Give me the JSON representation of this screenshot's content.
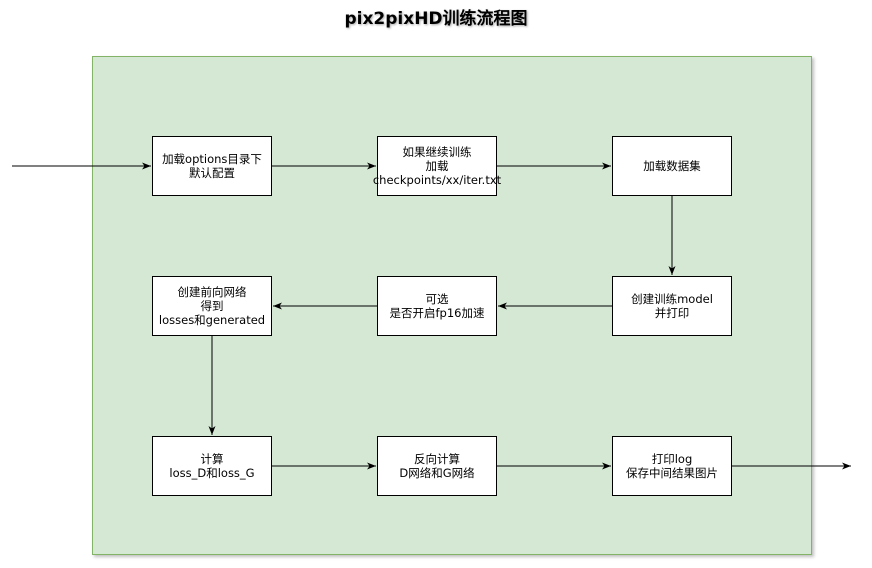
{
  "title": "pix2pixHD训练流程图",
  "colors": {
    "container_fill": "#d5e8d4",
    "container_border": "#82b366",
    "node_fill": "#ffffff",
    "node_border": "#000000",
    "edge": "#000000"
  },
  "nodes": {
    "load_options": {
      "lines": [
        "加载options目录下",
        "默认配置"
      ]
    },
    "resume": {
      "lines": [
        "如果继续训练",
        "加载",
        "checkpoints/xx/iter.txt"
      ]
    },
    "load_dataset": {
      "lines": [
        "加载数据集"
      ]
    },
    "create_model": {
      "lines": [
        "创建训练model",
        "并打印"
      ]
    },
    "fp16": {
      "lines": [
        "可选",
        "是否开启fp16加速"
      ]
    },
    "forward": {
      "lines": [
        "创建前向网络",
        "得到",
        "losses和generated"
      ]
    },
    "compute_loss": {
      "lines": [
        "计算",
        "loss_D和loss_G"
      ]
    },
    "backward": {
      "lines": [
        "反向计算",
        "D网络和G网络"
      ]
    },
    "print_save": {
      "lines": [
        "打印log",
        "保存中间结果图片"
      ]
    }
  },
  "edges": [
    {
      "from": "input",
      "to": "load_options"
    },
    {
      "from": "load_options",
      "to": "resume"
    },
    {
      "from": "resume",
      "to": "load_dataset"
    },
    {
      "from": "load_dataset",
      "to": "create_model"
    },
    {
      "from": "create_model",
      "to": "fp16"
    },
    {
      "from": "fp16",
      "to": "forward"
    },
    {
      "from": "forward",
      "to": "compute_loss"
    },
    {
      "from": "compute_loss",
      "to": "backward"
    },
    {
      "from": "backward",
      "to": "print_save"
    },
    {
      "from": "print_save",
      "to": "output"
    }
  ]
}
